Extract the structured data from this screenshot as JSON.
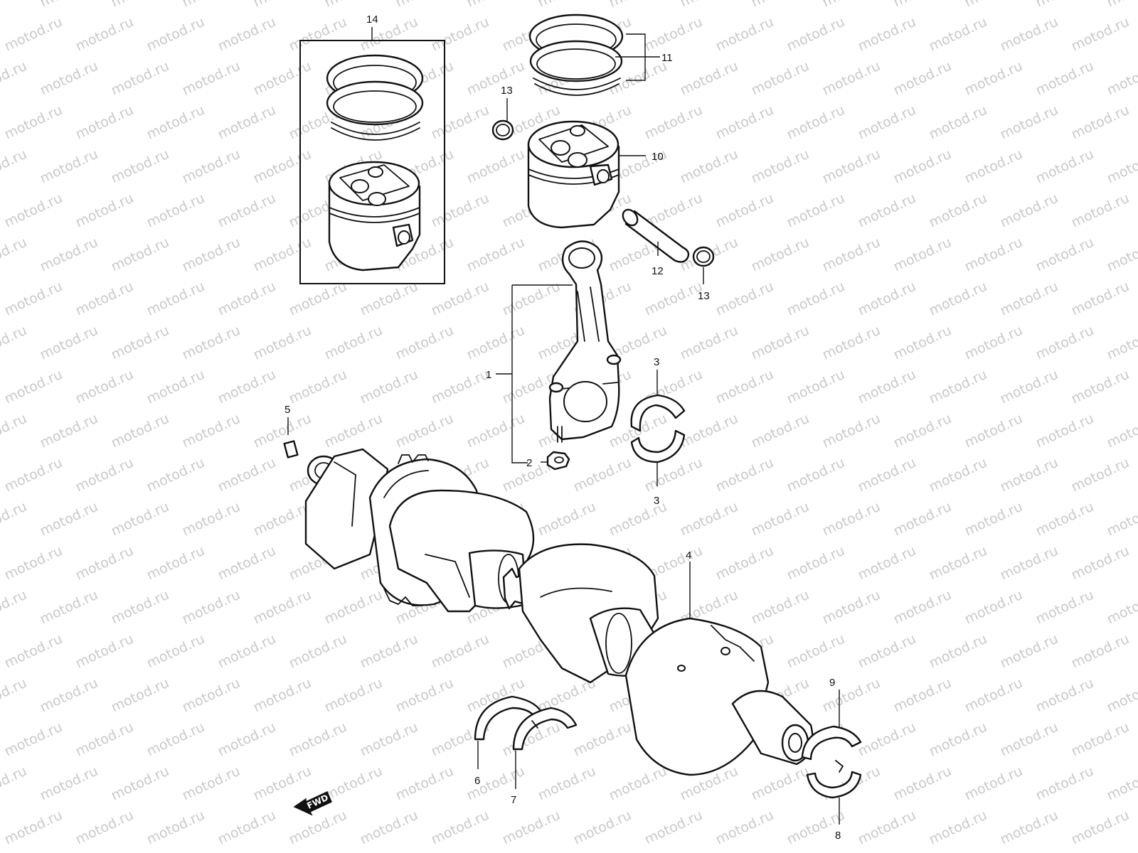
{
  "watermark": "motod.ru",
  "fwd_label": "FWD",
  "callouts": {
    "c1": "1",
    "c2": "2",
    "c3a": "3",
    "c3b": "3",
    "c4": "4",
    "c5": "5",
    "c6": "6",
    "c7": "7",
    "c8": "8",
    "c9": "9",
    "c10": "10",
    "c11": "11",
    "c12": "12",
    "c13a": "13",
    "c13b": "13",
    "c14": "14"
  },
  "colors": {
    "line": "#111111",
    "background": "#ffffff",
    "watermark": "#c9c9c9"
  }
}
